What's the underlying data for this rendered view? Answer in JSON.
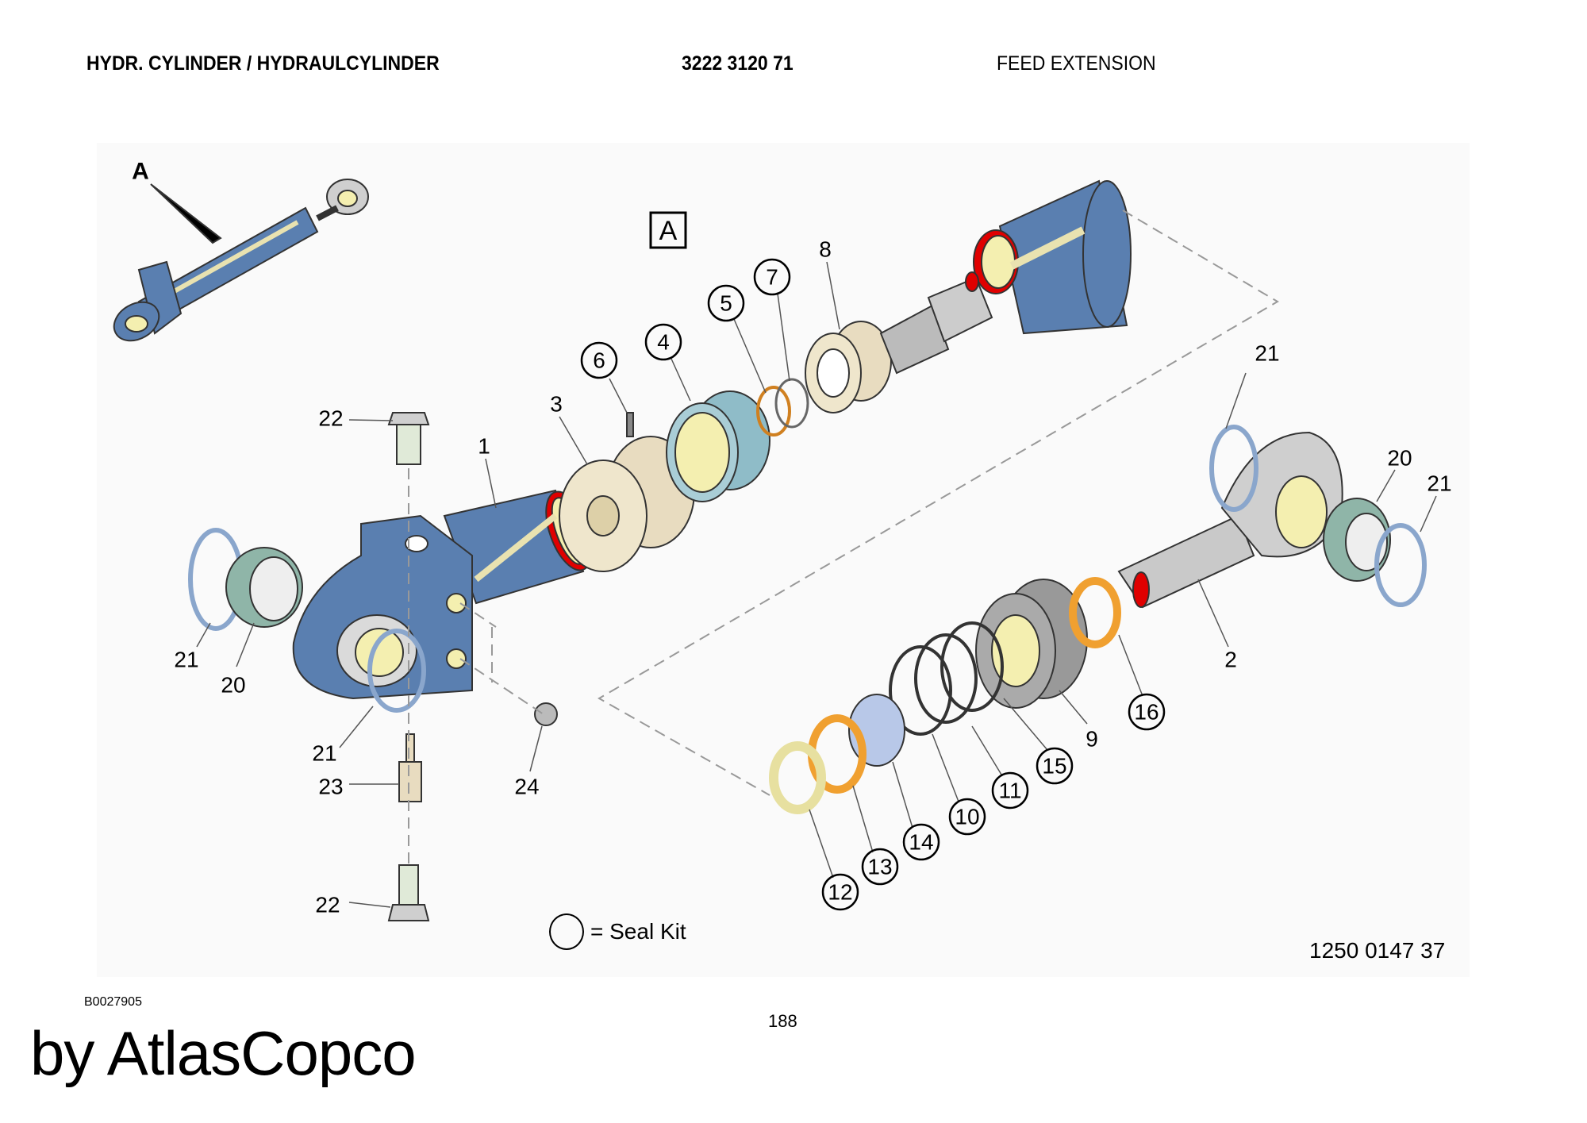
{
  "header": {
    "title": "HYDR. CYLINDER / HYDRAULCYLINDER",
    "part_number": "3222 3120 71",
    "section": "FEED EXTENSION"
  },
  "diagram": {
    "view_label": "A",
    "arrow_label": "A",
    "callouts": {
      "c1": "1",
      "c2": "2",
      "c3": "3",
      "c4": "4",
      "c5": "5",
      "c6": "6",
      "c7": "7",
      "c8": "8",
      "c9": "9",
      "c10": "10",
      "c11": "11",
      "c12": "12",
      "c13": "13",
      "c14": "14",
      "c15": "15",
      "c16": "16",
      "c20a": "20",
      "c20b": "20",
      "c21a": "21",
      "c21b": "21",
      "c21c": "21",
      "c21d": "21",
      "c22a": "22",
      "c22b": "22",
      "c23": "23",
      "c24": "24"
    },
    "legend": "= Seal Kit",
    "drawing_number": "1250 0147 37"
  },
  "footer": {
    "image_code": "B0027905",
    "page_number": "188",
    "brand": "by AtlasCopco"
  },
  "colors": {
    "blue": "#5a7fb0",
    "tan": "#e8dcc0",
    "teal": "#8fbcc8",
    "gray": "#c9c9c9",
    "red": "#e00000",
    "orange": "#f0a030",
    "yellow": "#f4efb0"
  }
}
